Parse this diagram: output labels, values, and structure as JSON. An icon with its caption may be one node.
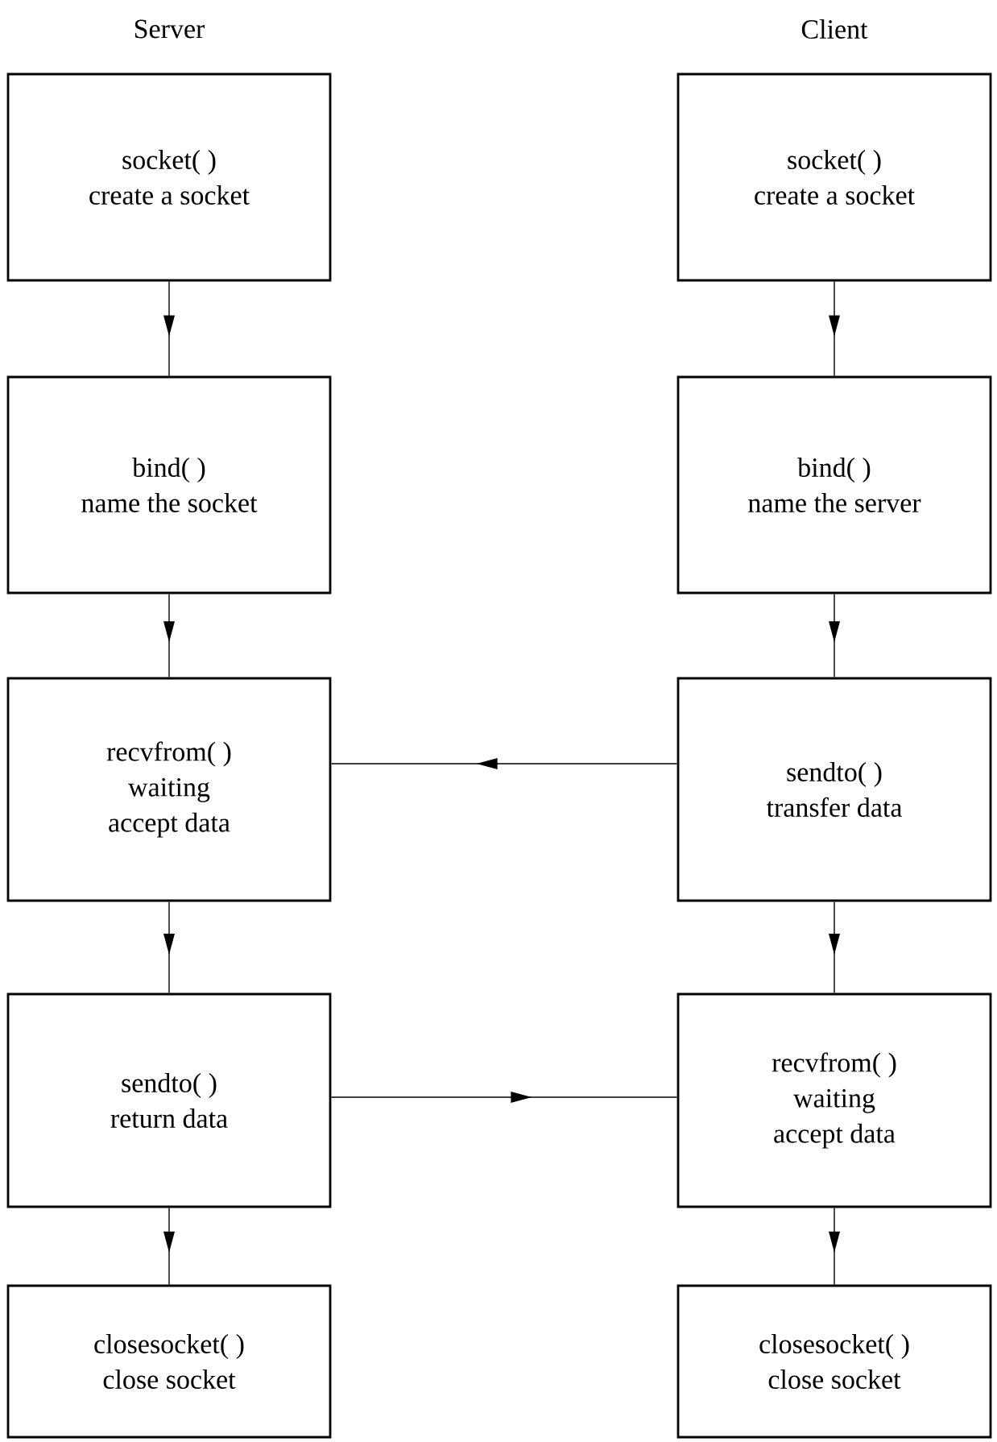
{
  "diagram": {
    "nodes": [
      {
        "text": [
          "socket( )",
          "create a socket"
        ]
      },
      {
        "text": [
          "bind( )",
          "name the socket"
        ]
      },
      {
        "text": [
          "recvfrom( )",
          "waiting",
          "accept data"
        ]
      },
      {
        "text": [
          "sendto( )",
          "return data"
        ]
      },
      {
        "text": [
          "closesocket( )",
          "close socket"
        ]
      },
      {
        "text": [
          "socket( )",
          "create a socket"
        ]
      },
      {
        "text": [
          "bind( )",
          "name the server"
        ]
      },
      {
        "text": [
          "sendto( )",
          "transfer data"
        ]
      },
      {
        "text": [
          "recvfrom( )",
          "waiting",
          "accept data"
        ]
      },
      {
        "text": [
          "closesocket( )",
          "close socket"
        ]
      }
    ],
    "edges": [
      {
        "from": 0,
        "to": 1,
        "arrow": "to"
      },
      {
        "from": 1,
        "to": 2,
        "arrow": "to"
      },
      {
        "from": 2,
        "to": 3,
        "arrow": "to"
      },
      {
        "from": 3,
        "to": 4,
        "arrow": "to"
      },
      {
        "from": 5,
        "to": 6,
        "arrow": "to"
      },
      {
        "from": 6,
        "to": 7,
        "arrow": "to"
      },
      {
        "from": 7,
        "to": 8,
        "arrow": "to"
      },
      {
        "from": 8,
        "to": 9,
        "arrow": "to"
      },
      {
        "from": 7,
        "to": 2,
        "arrow": "to"
      },
      {
        "from": 3,
        "to": 8,
        "arrow": "to"
      }
    ],
    "labels": [
      "Server",
      "Client"
    ]
  }
}
